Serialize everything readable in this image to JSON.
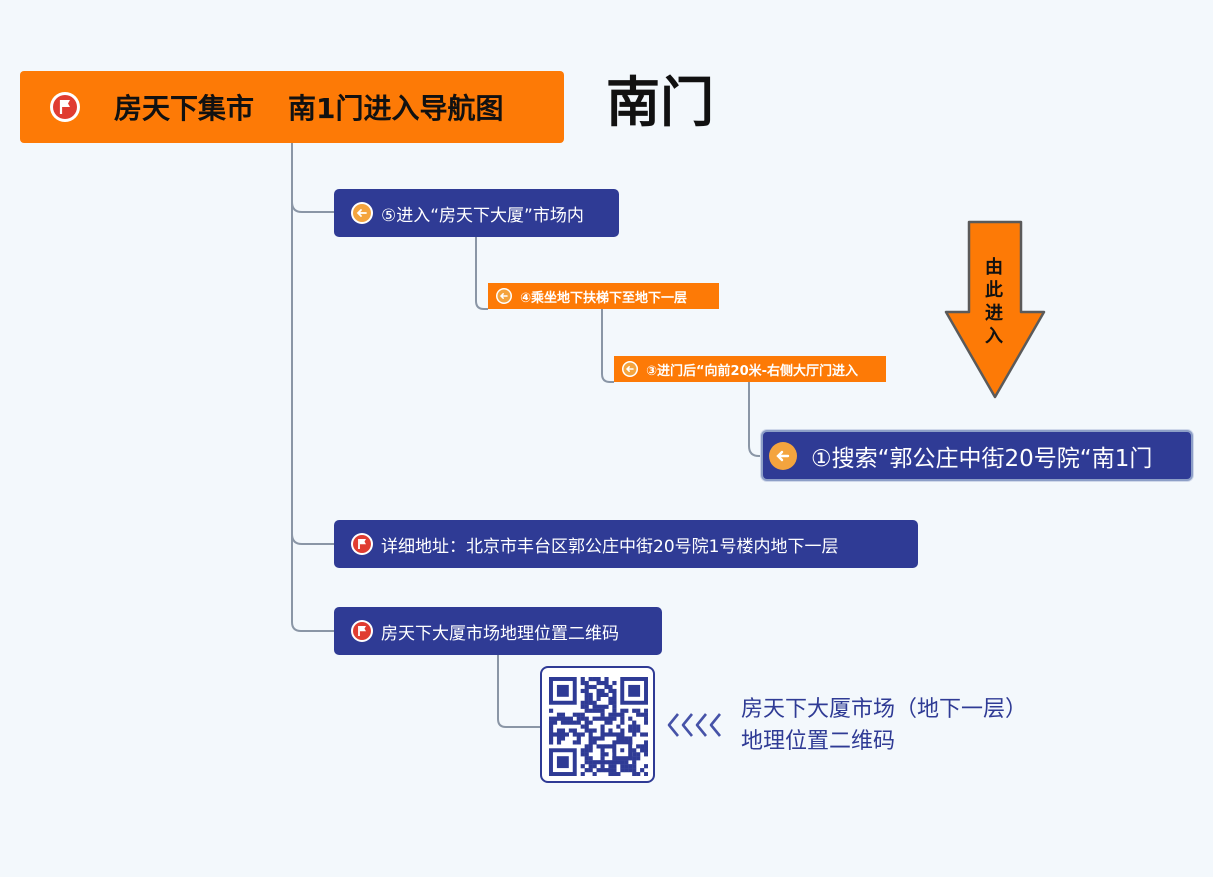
{
  "root": {
    "title_part1": "房天下集市",
    "title_part2": "南1门进入导航图",
    "icon": "flag-icon"
  },
  "gate_label": "南门",
  "arrow": {
    "text": "由此进入",
    "icon": "down-arrow-icon"
  },
  "steps": [
    {
      "label": "⑤进入“房天下大厦”市场内",
      "icon": "back-arrow-icon"
    },
    {
      "label": "④乘坐地下扶梯下至地下一层",
      "icon": "back-arrow-icon"
    },
    {
      "label": "③进门后“向前20米-右侧大厅门进入",
      "icon": "back-arrow-icon"
    },
    {
      "label": "①搜索“郭公庄中街20号院“南1门",
      "icon": "back-arrow-icon"
    }
  ],
  "address": {
    "label": "详细地址：北京市丰台区郭公庄中街20号院1号楼内地下一层",
    "icon": "flag-icon"
  },
  "qr_node": {
    "label": "房天下大厦市场地理位置二维码",
    "icon": "flag-icon"
  },
  "qr_caption": {
    "line1": "房天下大厦市场（地下一层）",
    "line2": "地理位置二维码"
  },
  "colors": {
    "background": "#f3f8fc",
    "orange": "#fd7a06",
    "navy": "#2f3b95",
    "connector": "#8a96a6",
    "flag_icon": "#e03c31"
  }
}
